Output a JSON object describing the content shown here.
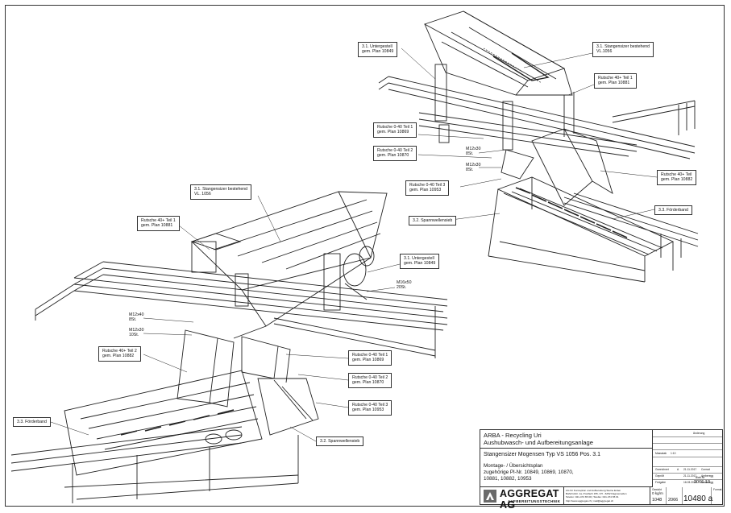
{
  "callouts_top": {
    "untergestell": [
      "3.1. Untergestell",
      "gem. Plan 10849"
    ],
    "stangensizer": [
      "3.1. Stangensizer bestehend",
      "VL.1056"
    ],
    "rutsche40_teil1": [
      "Rutsche 40+ Teil 1",
      "gem. Plan 10881"
    ],
    "rutsche040_teil1": [
      "Rutsche 0-40 Teil 1",
      "gem. Plan 10869"
    ],
    "rutsche040_teil2": [
      "Rutsche 0-40 Teil 2",
      "gem. Plan 10870"
    ],
    "rutsche040_teil3": [
      "Rutsche 0-40 Teil 3",
      "gem. Plan 10953"
    ],
    "rutsche40_teil": [
      "Rutsche 40+ Teil",
      "gem. Plan 10882"
    ],
    "spannwellensieb": "3.2. Spannwellensieb",
    "foerderband": "3.3. Förderband",
    "bolt1": [
      "M12x30",
      "8St."
    ],
    "bolt2": [
      "M12x30",
      "8St."
    ]
  },
  "callouts_main": {
    "stangensizer": [
      "3.1. Stangensizer bestehend",
      "VL. 1056"
    ],
    "rutsche40_teil1": [
      "Rutsche 40+ Teil 1",
      "gem. Plan 10881"
    ],
    "untergestell": [
      "3.1. Untergestell",
      "gem. Plan 10849"
    ],
    "bolt_m16": [
      "M16x50",
      "20St."
    ],
    "bolt_m12x40": [
      "M12x40",
      "8St."
    ],
    "bolt_m12x30": [
      "M12x30",
      "10St."
    ],
    "rutsche40_teil2": [
      "Rutsche 40+ Teil 2",
      "gem. Plan 10882"
    ],
    "rutsche040_teil1": [
      "Rutsche 0-40 Teil 1",
      "gem. Plan 10869"
    ],
    "rutsche040_teil2": [
      "Rutsche 0-40 Teil 2",
      "gem. Plan 10870"
    ],
    "rutsche040_teil3": [
      "Rutsche 0-40 Teil 3",
      "gem. Plan 10953"
    ],
    "foerderband": "3.3. Förderband",
    "spannwellensieb": "3.2. Spannwellensieb"
  },
  "title_block": {
    "project_line1": "ARBA - Recycling Uri",
    "project_line2": "Aushubwasch- und Aufbereitungsanlage",
    "drawing_title": "Stangensizer Mogensen Typ VS 1056   Pos. 3.1",
    "desc_line1": "Montage- / Übersichtsplan",
    "desc_line2": "zugehörige Pl-Nr. 10849, 10869, 10870,",
    "desc_line3": "10881, 10882, 10953",
    "company": "AGGREGAT AG",
    "company_sub": "AUFBEREITUNGSTECHNIK",
    "address_lines": [
      "AG für Konzeption und Aufbereitung Steine Erden",
      "Bahnhofstr. 1a, Postfach 155, CH - 6252 Dagmersellen",
      "Telefon: 041-474 65 00 | Telefax: 041-474 65 01",
      "http://www.aggregat.ch | mail@aggregat.ch"
    ],
    "right_labels": [
      "Massstab",
      "Gezeichnet",
      "Geprüft",
      "Freigabe",
      "Änderung"
    ],
    "revisions": [
      {
        "rev": "A",
        "date": "21.11.2017",
        "name": "Conrad"
      },
      {
        "rev": "",
        "date": "21.11.2017",
        "name": "Amberegg"
      },
      {
        "rev": "",
        "date": "16.03.2018",
        "name": "Amberegg"
      }
    ],
    "scale": "1:10",
    "weight_label": "Gewicht",
    "weight": "0 kg/m",
    "project_no": "1048",
    "order_no": "2066",
    "plan_no": "10480 a",
    "sheet_no": "2066.13",
    "sheet_label": "Blatt-Nr.",
    "format": "Format"
  }
}
